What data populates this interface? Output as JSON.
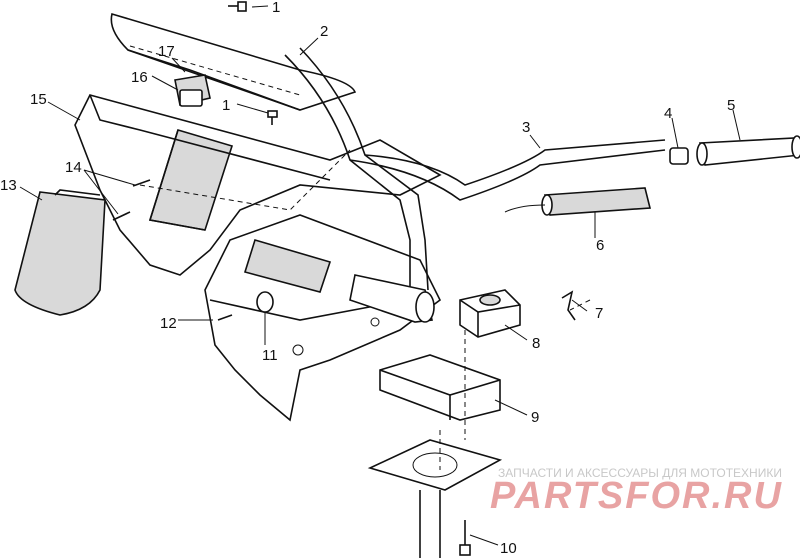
{
  "callouts": [
    {
      "id": "c1a",
      "text": "1"
    },
    {
      "id": "c1b",
      "text": "1"
    },
    {
      "id": "c2",
      "text": "2"
    },
    {
      "id": "c3",
      "text": "3"
    },
    {
      "id": "c4",
      "text": "4"
    },
    {
      "id": "c5",
      "text": "5"
    },
    {
      "id": "c6",
      "text": "6"
    },
    {
      "id": "c7",
      "text": "7"
    },
    {
      "id": "c8",
      "text": "8"
    },
    {
      "id": "c9",
      "text": "9"
    },
    {
      "id": "c10",
      "text": "10"
    },
    {
      "id": "c11",
      "text": "11"
    },
    {
      "id": "c12",
      "text": "12"
    },
    {
      "id": "c13",
      "text": "13"
    },
    {
      "id": "c14",
      "text": "14"
    },
    {
      "id": "c15",
      "text": "15"
    },
    {
      "id": "c16",
      "text": "16"
    },
    {
      "id": "c17",
      "text": "17"
    }
  ],
  "watermark": {
    "tagline": "ЗАПЧАСТИ И АКСЕССУАРЫ ДЛЯ МОТОТЕХНИКИ",
    "brand": "PARTSFOR.RU"
  }
}
